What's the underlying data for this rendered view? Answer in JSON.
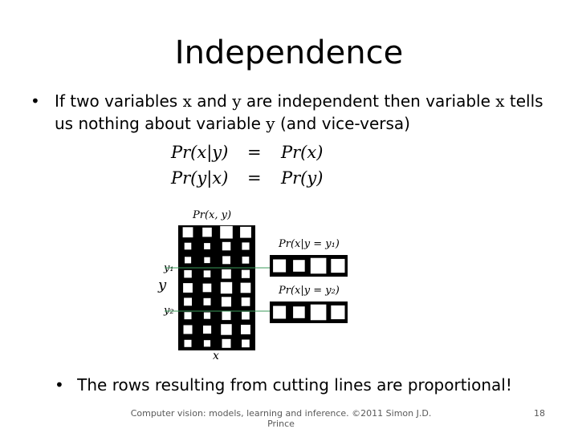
{
  "slide": {
    "title": "Independence",
    "bullet": {
      "dot": "•",
      "p1": "If two variables ",
      "x1": "x",
      "p2": " and ",
      "y1": "y",
      "p3": " are independent then variable ",
      "x2": "x",
      "p4": " tells",
      "p5": "us nothing about variable ",
      "y2": "y",
      "p6": " (and vice-versa)"
    },
    "equations": [
      {
        "lhs": "Pr(x|y)",
        "rel": "=",
        "rhs": "Pr(x)"
      },
      {
        "lhs": "Pr(y|x)",
        "rel": "=",
        "rhs": "Pr(y)"
      }
    ],
    "figure": {
      "joint_label": "Pr(x, y)",
      "y1_label": "y₁",
      "y_label": "y",
      "y2_label": "y₂",
      "x_label": "x",
      "cond1_label": "Pr(x|y = y₁)",
      "cond2_label": "Pr(x|y = y₂)"
    },
    "bottom_bullet": {
      "dot": "•",
      "text": "The rows resulting from cutting lines are proportional!"
    },
    "footer": {
      "center": "Computer vision: models, learning and inference.  ©2011 Simon J.D. Prince",
      "page": "18"
    }
  },
  "colors": {
    "background": "#ffffff",
    "text": "#000000",
    "figure": "#000000",
    "cut_line": "#3a9a5a",
    "footer": "#595959"
  }
}
